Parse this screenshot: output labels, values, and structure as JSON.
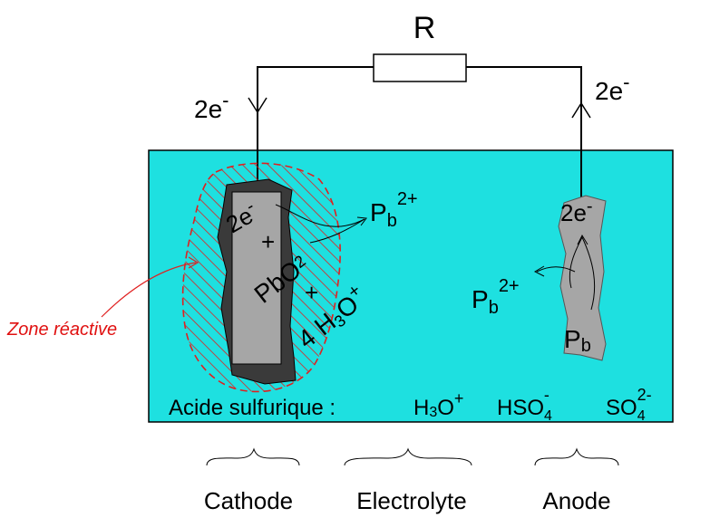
{
  "colors": {
    "electrolyte": "#1ee0e0",
    "electrode_gray": "#a6a6a6",
    "electrode_dark": "#3a3a3a",
    "zone_red": "#e02020",
    "wire": "#000000"
  },
  "labels": {
    "resistor": "R",
    "electron_left": "2e",
    "electron_right": "2e",
    "electron_cathode": "2e",
    "electron_anode": "2e",
    "electron_charge": "-",
    "plus1": "+",
    "plus2": "+",
    "pbo2_main": "PbO",
    "pbo2_sub": "2",
    "h3o_coef": "4 H",
    "h3o_sub": "3",
    "h3o_o": "O",
    "h3o_charge": "+",
    "pb": "P",
    "pb_sub": "b",
    "pb_charge": "2+",
    "zone": "Zone réactive",
    "acid_label": "Acide  sulfurique :",
    "acid_h3o_h": "H",
    "acid_h3o_sub": "3",
    "acid_h3o_o": "O",
    "acid_h3o_charge": "+",
    "hso4_main": "HSO",
    "hso4_sub": "4",
    "hso4_charge": "-",
    "so4_main": "SO",
    "so4_sub": "4",
    "so4_charge": "2-",
    "cathode": "Cathode",
    "electrolyte": "Electrolyte",
    "anode": "Anode"
  }
}
